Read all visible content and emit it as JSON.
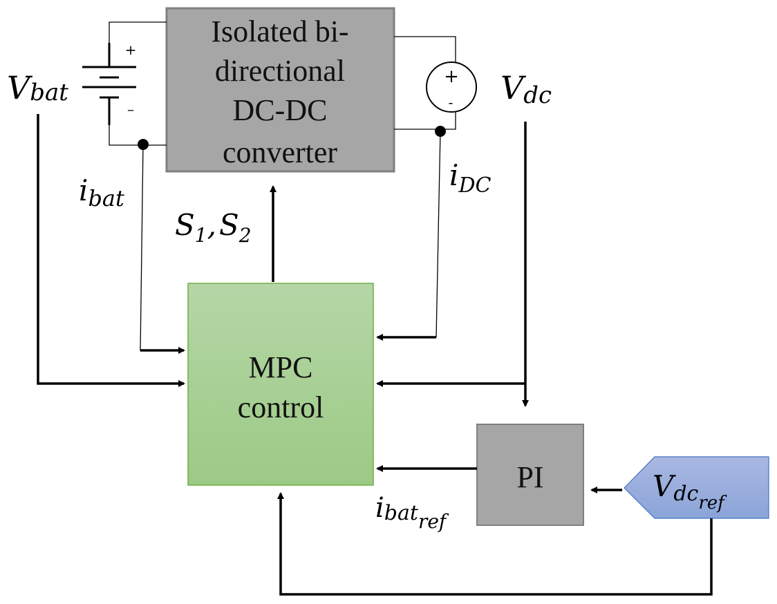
{
  "blocks": {
    "converter": {
      "lines": [
        "Isolated bi-",
        "directional",
        "DC-DC",
        "converter"
      ],
      "color": "#a6a6a6",
      "border": "#7f7f7f"
    },
    "mpc": {
      "lines": [
        "MPC",
        "control"
      ],
      "color_top": "#b5d6a7",
      "color_bottom": "#9cca85",
      "border": "#70ad47"
    },
    "pi": {
      "label": "PI",
      "color": "#a6a6a6",
      "border": "#7f7f7f"
    },
    "vdc_ref": {
      "main": "V",
      "sub": "dc",
      "subsub": "ref",
      "color_top": "#aab8e2",
      "color_bottom": "#8aa4d8",
      "border": "#4472c4"
    }
  },
  "labels": {
    "vbat": {
      "main": "V",
      "sub": "bat"
    },
    "vdc": {
      "main": "V",
      "sub": "dc"
    },
    "ibat": {
      "main": "i",
      "sub": "bat"
    },
    "idc": {
      "main": "i",
      "sub": "DC"
    },
    "switches": {
      "s1": "S",
      "s1_sub": "1",
      "sep": ",",
      "s2": "S",
      "s2_sub": "2"
    },
    "ibat_ref": {
      "main": "i",
      "sub": "bat",
      "subsub": "ref"
    }
  },
  "symbols": {
    "battery_plus": "+",
    "battery_minus": "–",
    "source_plus": "+",
    "source_minus": "-"
  }
}
